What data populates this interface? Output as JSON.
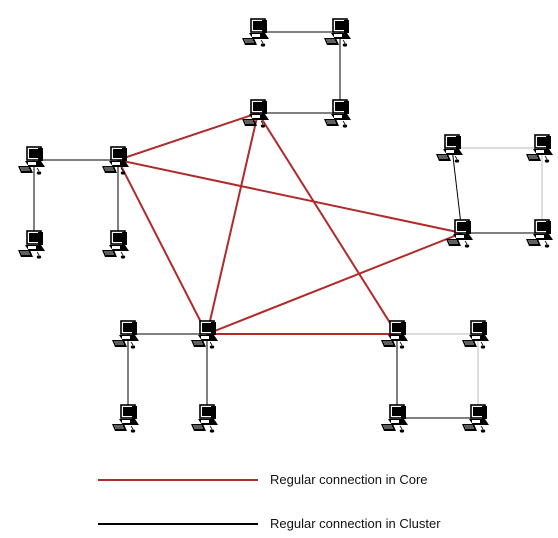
{
  "diagram": {
    "nodes": [
      {
        "id": "n1",
        "cluster": "top",
        "core": false
      },
      {
        "id": "n2",
        "cluster": "top",
        "core": false
      },
      {
        "id": "n3",
        "cluster": "top",
        "core": true
      },
      {
        "id": "n4",
        "cluster": "top",
        "core": false
      },
      {
        "id": "n5",
        "cluster": "left",
        "core": false
      },
      {
        "id": "n6",
        "cluster": "left",
        "core": true
      },
      {
        "id": "n7",
        "cluster": "left",
        "core": false
      },
      {
        "id": "n8",
        "cluster": "left",
        "core": false
      },
      {
        "id": "n9",
        "cluster": "right",
        "core": false
      },
      {
        "id": "n10",
        "cluster": "right",
        "core": false
      },
      {
        "id": "n11",
        "cluster": "right",
        "core": true
      },
      {
        "id": "n12",
        "cluster": "right",
        "core": false
      },
      {
        "id": "n13",
        "cluster": "bottom-left",
        "core": false
      },
      {
        "id": "n14",
        "cluster": "bottom-left",
        "core": true
      },
      {
        "id": "n15",
        "cluster": "bottom-left",
        "core": false
      },
      {
        "id": "n16",
        "cluster": "bottom-left",
        "core": false
      },
      {
        "id": "n17",
        "cluster": "bottom-right",
        "core": true
      },
      {
        "id": "n18",
        "cluster": "bottom-right",
        "core": false
      },
      {
        "id": "n19",
        "cluster": "bottom-right",
        "core": false
      },
      {
        "id": "n20",
        "cluster": "bottom-right",
        "core": false
      }
    ],
    "cluster_links": [
      [
        "n1",
        "n2"
      ],
      [
        "n2",
        "n4"
      ],
      [
        "n4",
        "n3"
      ],
      [
        "n5",
        "n6"
      ],
      [
        "n5",
        "n7"
      ],
      [
        "n6",
        "n8"
      ],
      [
        "n9",
        "n10"
      ],
      [
        "n9",
        "n11"
      ],
      [
        "n11",
        "n12"
      ],
      [
        "n10",
        "n12"
      ],
      [
        "n13",
        "n14"
      ],
      [
        "n13",
        "n15"
      ],
      [
        "n14",
        "n16"
      ],
      [
        "n17",
        "n18"
      ],
      [
        "n17",
        "n19"
      ],
      [
        "n19",
        "n20"
      ],
      [
        "n18",
        "n20"
      ]
    ],
    "core_links": [
      [
        "n6",
        "n3"
      ],
      [
        "n6",
        "n11"
      ],
      [
        "n6",
        "n14"
      ],
      [
        "n3",
        "n14"
      ],
      [
        "n3",
        "n17"
      ],
      [
        "n14",
        "n11"
      ],
      [
        "n14",
        "n17"
      ]
    ],
    "colors": {
      "core_link": "#b02a2a",
      "cluster_link": "#000000",
      "faint_link": "#c8c8c8",
      "computer": "#000000"
    },
    "icon": "desktop-computer-icon"
  },
  "legend": {
    "core_label": "Regular connection in Core",
    "cluster_label": "Regular connection in Cluster"
  }
}
